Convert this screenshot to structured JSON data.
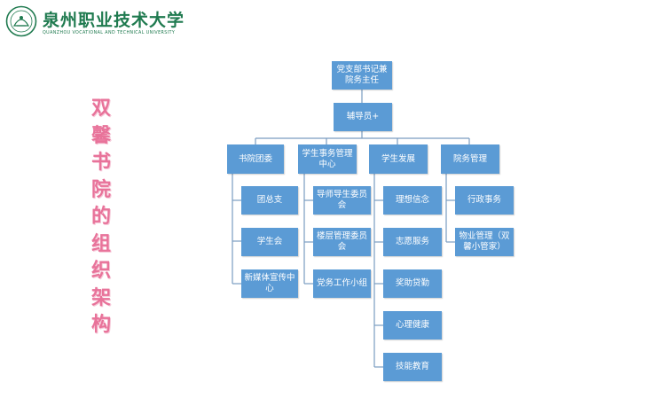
{
  "header": {
    "school_name": "泉州职业技术大学",
    "school_name_en": "QUANZHOU VOCATIONAL AND TECHNICAL UNIVERSITY"
  },
  "title": "双馨书院的组织架构",
  "org": {
    "root": "党支部书记兼院务主任",
    "counselor": "辅导员+",
    "departments": [
      {
        "label": "书院团委",
        "children": [
          "团总支",
          "学生会",
          "新媒体宣传中心"
        ]
      },
      {
        "label": "学生事务管理中心",
        "children": [
          "导师导生委员会",
          "楼层管理委员会",
          "党务工作小组"
        ]
      },
      {
        "label": "学生发展",
        "children": [
          "理想信念",
          "志愿服务",
          "奖助贷勤",
          "心理健康",
          "技能教育"
        ]
      },
      {
        "label": "院务管理",
        "children": [
          "行政事务",
          "物业管理（双馨小管家）"
        ]
      }
    ]
  },
  "colors": {
    "box": "#5b9bd5",
    "connector": "#7a9cc0",
    "title": "#e8739a",
    "brand": "#1f7a4f"
  }
}
